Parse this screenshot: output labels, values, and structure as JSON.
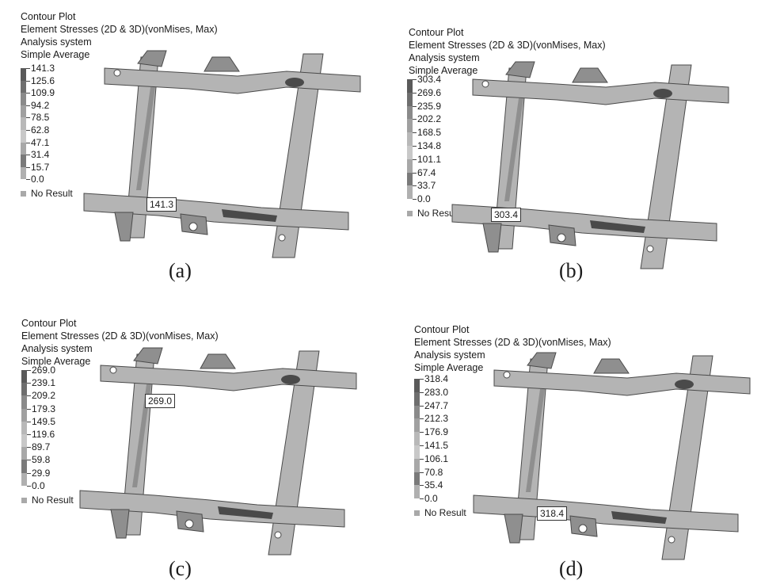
{
  "panels": [
    {
      "caption": "(a)",
      "title_lines": [
        "Contour Plot",
        "Element Stresses (2D & 3D)(vonMises, Max)",
        "Analysis system",
        "Simple Average"
      ],
      "legend_values": [
        "141.3",
        "125.6",
        "109.9",
        "94.2",
        "78.5",
        "62.8",
        "47.1",
        "31.4",
        "15.7",
        "0.0"
      ],
      "no_result_label": "No Result",
      "max_label": "141.3"
    },
    {
      "caption": "(b)",
      "title_lines": [
        "Contour Plot",
        "Element Stresses (2D & 3D)(vonMises, Max)",
        "Analysis system",
        "Simple Average"
      ],
      "legend_values": [
        "303.4",
        "269.6",
        "235.9",
        "202.2",
        "168.5",
        "134.8",
        "101.1",
        "67.4",
        "33.7",
        "0.0"
      ],
      "no_result_label": "No Result",
      "max_label": "303.4"
    },
    {
      "caption": "(c)",
      "title_lines": [
        "Contour Plot",
        "Element Stresses (2D & 3D)(vonMises, Max)",
        "Analysis system",
        "Simple Average"
      ],
      "legend_values": [
        "269.0",
        "239.1",
        "209.2",
        "179.3",
        "149.5",
        "119.6",
        "89.7",
        "59.8",
        "29.9",
        "0.0"
      ],
      "no_result_label": "No Result",
      "max_label": "269.0"
    },
    {
      "caption": "(d)",
      "title_lines": [
        "Contour Plot",
        "Element Stresses (2D & 3D)(vonMises, Max)",
        "Analysis system",
        "Simple Average"
      ],
      "legend_values": [
        "318.4",
        "283.0",
        "247.7",
        "212.3",
        "176.9",
        "141.5",
        "106.1",
        "70.8",
        "35.4",
        "0.0"
      ],
      "no_result_label": "No Result",
      "max_label": "318.4"
    }
  ],
  "colors": {
    "legend_band_colors": [
      "#5a5a5a",
      "#6e6e6e",
      "#8a8a8a",
      "#a0a0a0",
      "#b8b8b8",
      "#c8c8c8",
      "#a8a8a8",
      "#7a7a7a",
      "#b0b0b0"
    ],
    "frame_light": "#b4b4b4",
    "frame_mid": "#8f8f8f",
    "frame_dark": "#4a4a4a"
  }
}
